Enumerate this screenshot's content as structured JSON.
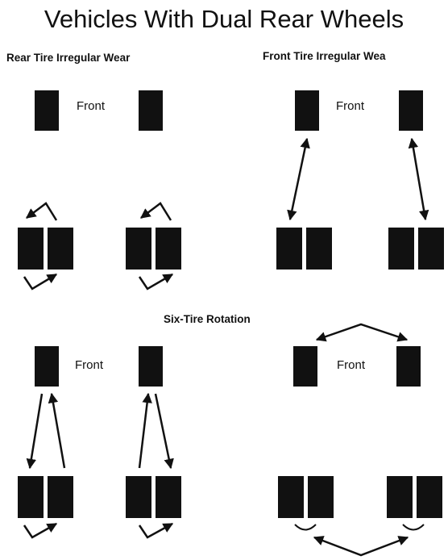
{
  "title": "Vehicles With Dual Rear Wheels",
  "panels": {
    "rear_wear": {
      "heading": "Rear Tire Irregular Wear",
      "front_label": "Front"
    },
    "front_wear": {
      "heading": "Front Tire Irregular Wea",
      "front_label": "Front"
    },
    "six_tire": {
      "heading": "Six-Tire Rotation",
      "front_label": "Front"
    },
    "six_tire_alt": {
      "front_label": "Front"
    }
  },
  "colors": {
    "tire": "#111111",
    "arrow": "#111111",
    "background": "#ffffff"
  }
}
